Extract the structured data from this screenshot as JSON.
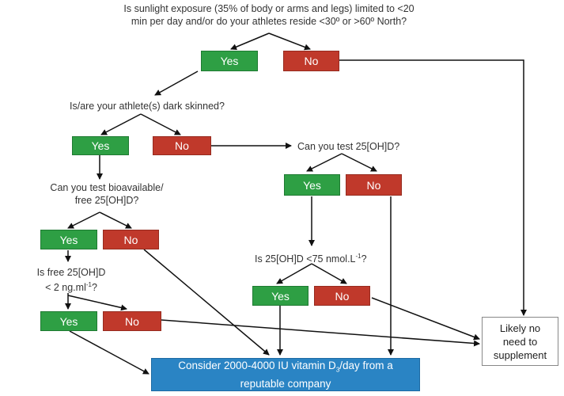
{
  "questions": {
    "q1_line1": "Is sunlight exposure (35% of body or arms and legs) limited to <20",
    "q1_line2": "min per day and/or do your athletes reside <30º or >60º North?",
    "q2": "Is/are your athlete(s) dark skinned?",
    "q3": "Can you test 25[OH]D?",
    "q4_line1": "Can you test bioavailable/",
    "q4_line2": "free 25[OH]D?",
    "q5": "Is 25[OH]D <75 nmol.L",
    "q5_sup": "-1",
    "q5_end": "?",
    "q6_line1": "Is free 25[OH]D",
    "q6_line2": "< 2 ng.ml",
    "q6_sup": "-1",
    "q6_end": "?"
  },
  "labels": {
    "yes": "Yes",
    "no": "No"
  },
  "final": {
    "line1_pre": "Consider 2000-4000 IU vitamin D",
    "line1_sub": "3",
    "line1_post": "/day from a",
    "line2": "reputable company"
  },
  "outcome": {
    "line1": "Likely no",
    "line2": "need to",
    "line3": "supplement"
  },
  "colors": {
    "yes": "#2e9f44",
    "no": "#c0392b",
    "final": "#2a84c4"
  }
}
